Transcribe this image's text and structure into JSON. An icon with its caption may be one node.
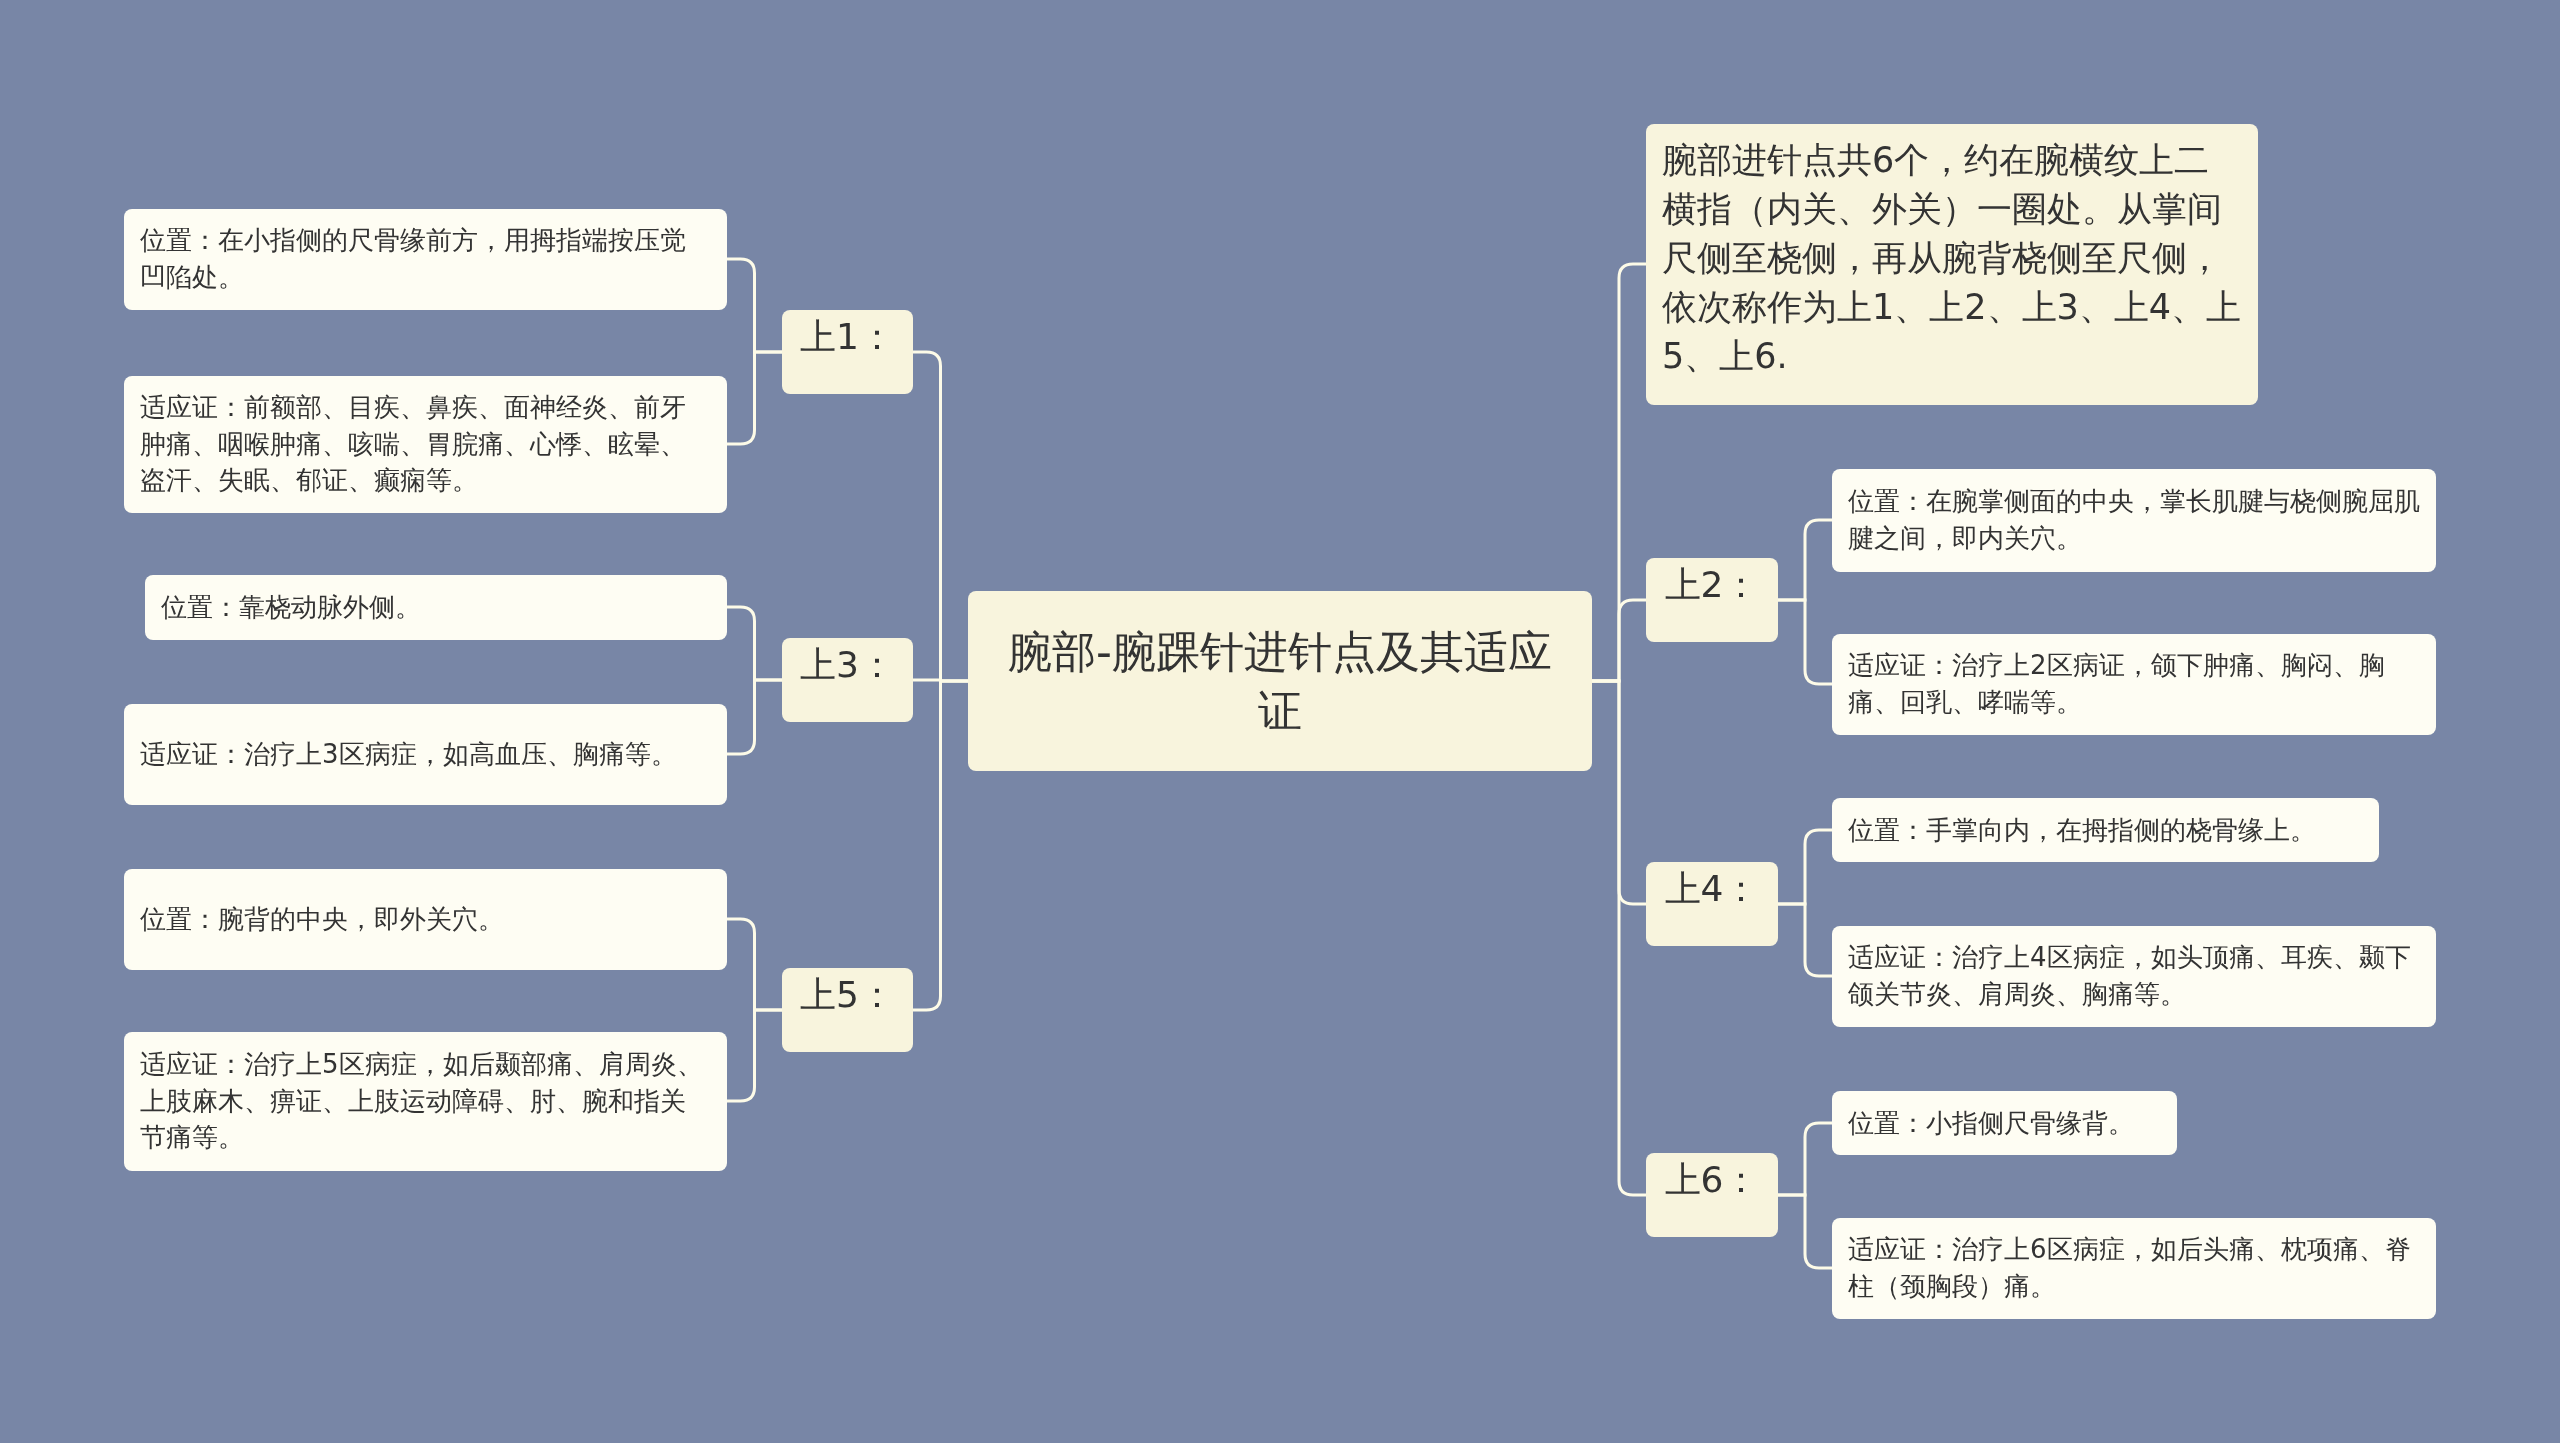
{
  "diagram": {
    "nodes": [
      {
        "text": [
          "腕部-腕踝针进针点及其适应证"
        ]
      },
      {
        "text": [
          "腕部进针点共6个，约在腕横纹上二横指（内关、外关）一圈处。从掌间尺侧至桡侧，再从腕背桡侧至尺侧，依次称作为上1、上2、上3、上4、上5、上6."
        ]
      },
      {
        "text": [
          "上1："
        ]
      },
      {
        "text": [
          "位置：在小指侧的尺骨缘前方，用拇指端按压觉凹陷处。"
        ]
      },
      {
        "text": [
          "适应证：前额部、目疾、鼻疾、面神经炎、前牙肿痛、咽喉肿痛、咳喘、胃脘痛、心悸、眩晕、盗汗、失眠、郁证、癫痫等。"
        ]
      },
      {
        "text": [
          "上3："
        ]
      },
      {
        "text": [
          "位置：靠桡动脉外侧。"
        ]
      },
      {
        "text": [
          "适应证：治疗上3区病症，如高血压、胸痛等。"
        ]
      },
      {
        "text": [
          "上5："
        ]
      },
      {
        "text": [
          "位置：腕背的中央，即外关穴。"
        ]
      },
      {
        "text": [
          "适应证：治疗上5区病症，如后颞部痛、肩周炎、上肢麻木、痹证、上肢运动障碍、肘、腕和指关节痛等。"
        ]
      },
      {
        "text": [
          "上2："
        ]
      },
      {
        "text": [
          "位置：在腕掌侧面的中央，掌长肌腱与桡侧腕屈肌腱之间，即内关穴。"
        ]
      },
      {
        "text": [
          "适应证：治疗上2区病证，颌下肿痛、胸闷、胸痛、回乳、哮喘等。"
        ]
      },
      {
        "text": [
          "上4："
        ]
      },
      {
        "text": [
          "位置：手掌向内，在拇指侧的桡骨缘上。"
        ]
      },
      {
        "text": [
          "适应证：治疗上4区病症，如头顶痛、耳疾、颞下颌关节炎、肩周炎、胸痛等。"
        ]
      },
      {
        "text": [
          "上6："
        ]
      },
      {
        "text": [
          "位置：小指侧尺骨缘背。"
        ]
      },
      {
        "text": [
          "适应证：治疗上6区病症，如后头痛、枕项痛、脊柱（颈胸段）痛。"
        ]
      }
    ],
    "edges": [
      {
        "from": 0,
        "to": 1,
        "arrow": "none"
      },
      {
        "from": 0,
        "to": 2,
        "arrow": "none"
      },
      {
        "from": 2,
        "to": 3,
        "arrow": "none"
      },
      {
        "from": 2,
        "to": 4,
        "arrow": "none"
      },
      {
        "from": 0,
        "to": 5,
        "arrow": "none"
      },
      {
        "from": 5,
        "to": 6,
        "arrow": "none"
      },
      {
        "from": 5,
        "to": 7,
        "arrow": "none"
      },
      {
        "from": 0,
        "to": 8,
        "arrow": "none"
      },
      {
        "from": 8,
        "to": 9,
        "arrow": "none"
      },
      {
        "from": 8,
        "to": 10,
        "arrow": "none"
      },
      {
        "from": 0,
        "to": 11,
        "arrow": "none"
      },
      {
        "from": 11,
        "to": 12,
        "arrow": "none"
      },
      {
        "from": 11,
        "to": 13,
        "arrow": "none"
      },
      {
        "from": 0,
        "to": 14,
        "arrow": "none"
      },
      {
        "from": 14,
        "to": 15,
        "arrow": "none"
      },
      {
        "from": 14,
        "to": 16,
        "arrow": "none"
      },
      {
        "from": 0,
        "to": 17,
        "arrow": "none"
      },
      {
        "from": 17,
        "to": 18,
        "arrow": "none"
      },
      {
        "from": 17,
        "to": 19,
        "arrow": "none"
      }
    ]
  }
}
